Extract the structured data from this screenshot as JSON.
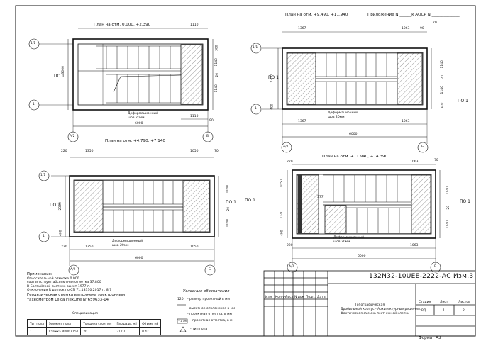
{
  "header": {
    "appendix": "Приложение N ______к АОСР N ______________",
    "code": "132N32-10UEE-2222-АС Изм.3",
    "format": "Формат А3"
  },
  "plans": [
    {
      "title": "План на отм. 0.000, +2.390",
      "corridor": "ПО 1",
      "joint": "Деформационный шов 20мм"
    },
    {
      "title": "План на отм. +9.490, +11.940",
      "corridor": "ПО 1",
      "joint": "Деформационный шов 20мм"
    },
    {
      "title": "План на отм. +4.790, +7.140",
      "corridor": "ПО 1",
      "joint": "Деформационный шов 20мм"
    },
    {
      "title": "План на отм. +11.940, +14.390",
      "corridor": "ПО 1",
      "joint": "Деформационный шов 20мм"
    }
  ],
  "axes": {
    "a": "А/2",
    "b": "Б",
    "one": "1",
    "one_one": "1/1"
  },
  "dims": {
    "p1": {
      "top": "1110",
      "bottom": "1110",
      "total": "6000",
      "left": "3000",
      "r1": "300",
      "r2": "1140",
      "r3": "20",
      "r4": "1140",
      "b90": "90"
    },
    "p2": {
      "t1": "1367",
      "t2": "1063",
      "t3": "90",
      "t4": "70",
      "total": "6000",
      "b1": "1367",
      "b2": "1063",
      "left": "2300",
      "l2": "400",
      "r1": "1140",
      "r2": "20",
      "r3": "1140",
      "r4": "400"
    },
    "p3": {
      "t1": "220",
      "t2": "1350",
      "t3": "1050",
      "t4": "70",
      "total": "6000",
      "b1": "220",
      "b2": "1350",
      "b3": "1050",
      "left": "2300",
      "l2": "400",
      "r1": "1140",
      "r2": "20",
      "r3": "1140"
    },
    "p4": {
      "t1": "220",
      "t2": "1063",
      "t3": "70",
      "total": "6000",
      "b1": "220",
      "b2": "1063",
      "left": "1050",
      "l2": "400",
      "l3": "1140",
      "r1": "1140",
      "r2": "20",
      "r3": "1140",
      "mid": "377"
    }
  },
  "notes": {
    "heading": "Примечание:",
    "lines": [
      "Относительной отметке 0.000",
      "соответствует абсолютная отметка 37.800",
      "В Балтийской системе высот 1977 г.",
      "Отклонения R допуск по СП 71.13330.2017 п. 8.7",
      "Геодезическая съемка выполнена электронным",
      "тахеометром Leica FlexLine N°659633-14"
    ]
  },
  "legend": {
    "heading": "Условные обозначения",
    "items": [
      "- размер проектный в мм",
      "- высотное отклонение в мм",
      "- проектная отметка, в мм",
      "- проектная отметка, в м",
      "- тип пола"
    ],
    "sym1": "120",
    "sym2": "+1.790"
  },
  "spec": {
    "caption": "Спецификация",
    "headers": [
      "Тип пола",
      "Элемент пола",
      "Толщина слоя, мм",
      "Площадь, м2",
      "Объем, м3"
    ],
    "row": [
      "1",
      "Стяжка М200 F150",
      "20",
      "21.07",
      "0.42"
    ]
  },
  "stamp": {
    "cols": [
      "Изм",
      "Кол.уч",
      "Лист",
      "N док",
      "Подп.",
      "Дата"
    ],
    "desc": [
      "Топографическая",
      "Дробильный корпус - Архитектурные решения.",
      "Фактическая съемка лестничной клетки"
    ],
    "stage_h": "Стадия",
    "sheet_h": "Лист",
    "sheets_h": "Листов",
    "stage": "РД",
    "sheet": "1",
    "sheets": "2"
  }
}
